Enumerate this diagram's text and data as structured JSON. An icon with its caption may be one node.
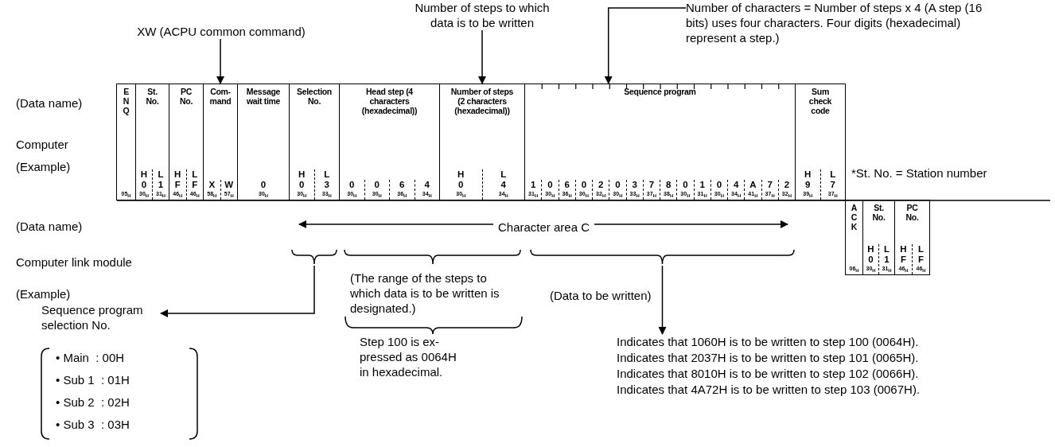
{
  "diagram": {
    "nodes": [
      {
        "text": [
          "XW (ACPU common command)"
        ]
      },
      {
        "text": [
          "Number of steps to which data is to be written"
        ]
      },
      {
        "text": [
          "Number of characters = Number of steps x 4 (A step (16 bits) uses four characters. Four digits (hexadecimal) represent a step.)"
        ]
      },
      {
        "text": [
          "ENQ",
          "05$_{H}$"
        ]
      },
      {
        "text": [
          "St. No.",
          "H",
          "L",
          "0",
          "1",
          "30$_{H}$",
          "31$_{H}$"
        ]
      },
      {
        "text": [
          "PC No.",
          "H",
          "L",
          "F",
          "F",
          "46$_{H}$",
          "46$_{H}$"
        ]
      },
      {
        "text": [
          "Com- mand",
          "X",
          "W",
          "58$_{H}$",
          "57$_{H}$"
        ]
      },
      {
        "text": [
          "Message wait time",
          "0",
          "30$_{H}$"
        ]
      },
      {
        "text": [
          "Selection No.",
          "H",
          "L",
          "0",
          "3",
          "30$_{H}$",
          "33$_{H}$"
        ]
      },
      {
        "text": [
          "Head step (4 characters (hexadecimal))",
          "0",
          "0",
          "6",
          "4",
          "30$_{H}$",
          "30$_{H}$",
          "36$_{H}$",
          "34$_{H}$"
        ]
      },
      {
        "text": [
          "Number of steps (2 characters (hexadecimal))",
          "H",
          "L",
          "0",
          "4",
          "30$_{H}$",
          "34$_{H}$"
        ]
      },
      {
        "text": [
          "Sequence program",
          "1",
          "0",
          "6",
          "0",
          "2",
          "0",
          "3",
          "7",
          "8",
          "0",
          "1",
          "0",
          "4",
          "A",
          "7",
          "2",
          "31$_{H}$",
          "30$_{H}$",
          "36$_{H}$",
          "30$_{H}$",
          "32$_{H}$",
          "30$_{H}$",
          "33$_{H}$",
          "37$_{H}$",
          "38$_{H}$",
          "30$_{H}$",
          "31$_{H}$",
          "30$_{H}$",
          "34$_{H}$",
          "41$_{H}$",
          "37$_{H}$",
          "32$_{H}$"
        ]
      },
      {
        "text": [
          "Sum check code",
          "H",
          "L",
          "9",
          "7",
          "39$_{H}$",
          "37$_{H}$"
        ]
      },
      {
        "text": [
          "ACK",
          "06$_{H}$"
        ]
      },
      {
        "text": [
          "St. No.",
          "H",
          "L",
          "0",
          "1",
          "30$_{H}$",
          "31$_{H}$"
        ]
      },
      {
        "text": [
          "PC No.",
          "H",
          "L",
          "F",
          "F",
          "46$_{H}$",
          "46$_{H}$"
        ]
      },
      {
        "text": [],
        "shape": "bracket"
      },
      {
        "text": [],
        "shape": "bracket"
      },
      {
        "text": [
          "Sequence program selection No."
        ]
      },
      {
        "text": [
          "(The range of the steps to which data is to be written is designated.)"
        ]
      },
      {
        "text": [
          "Step 100 is ex- pressed as 0064H in hexadecimal."
        ]
      },
      {
        "text": [
          "Indicates that 1060H is to be written to step 100 (0064H).",
          "Indicates that 2037H is to be written to step 101 (0065H).",
          "Indicates that 8010H is to be written to step 102 (0066H).",
          "Indicates that 4A72H is to be written to step 103 (0067H)."
        ]
      }
    ],
    "edges": [
      {
        "from": 0,
        "to": 6,
        "arrow": "to"
      },
      {
        "from": 1,
        "to": 10,
        "arrow": "to"
      },
      {
        "from": 2,
        "to": 11,
        "arrow": "to"
      },
      {
        "from": 16,
        "to": 18,
        "arrow": "to"
      },
      {
        "from": 17,
        "to": 21,
        "arrow": "to",
        "label": "(Data to be written)"
      }
    ],
    "labels": [
      "(Data name)",
      "Computer",
      "(Example)",
      "*St. No. = Station number",
      "(Data name)",
      "Character area C",
      "Computer link module",
      "(Example)",
      "• Main  : 00H",
      "• Sub 1  : 01H",
      "• Sub 2  : 02H",
      "• Sub 3  : 03H"
    ]
  }
}
